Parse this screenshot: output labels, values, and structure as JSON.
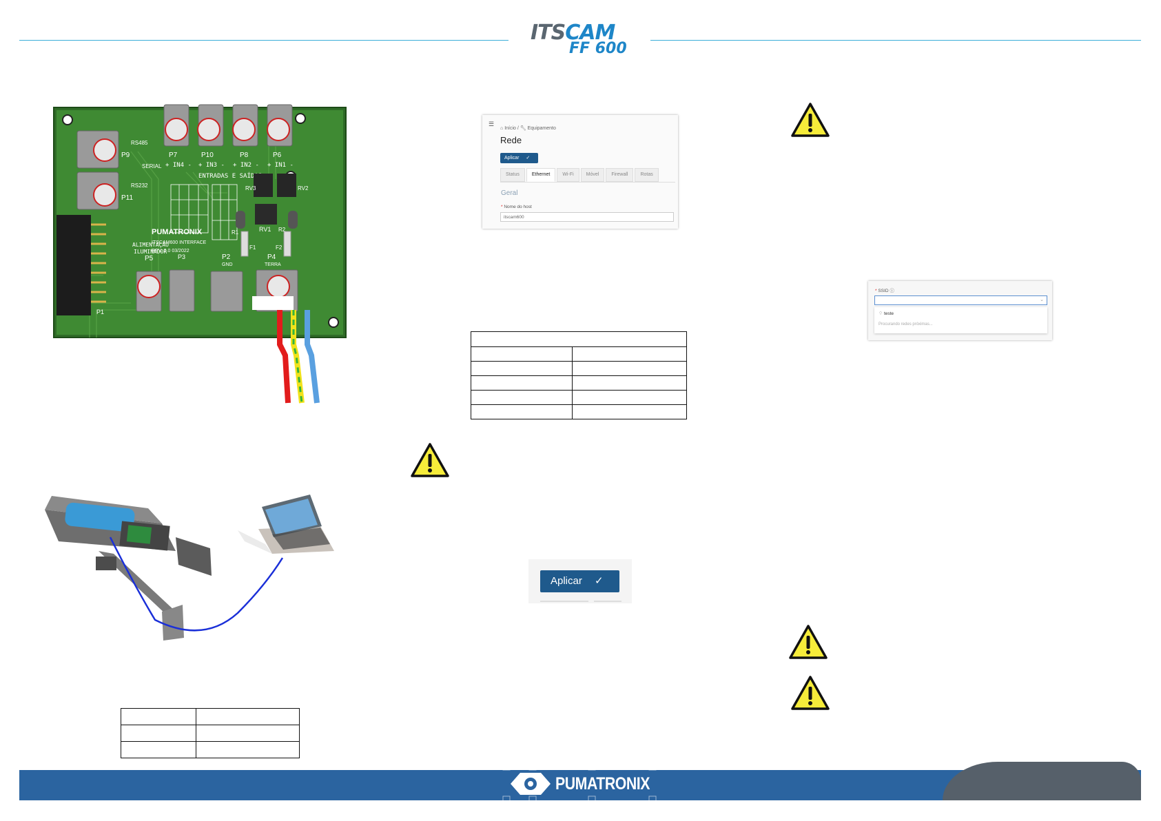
{
  "header": {
    "logo_line1_its": "ITS",
    "logo_line1_cam": "CAM",
    "logo_line2": "FF 600",
    "accent_color": "#3aaed8"
  },
  "pcb": {
    "brand_label": "PUMATRONIX",
    "board_name": "ITSCAM600 INTERFACE",
    "revision": "REV. 2.0 03/2022",
    "io_title": "ENTRADAS E SAÍDAS",
    "power_label_1": "ALIMENTAÇÃO",
    "power_label_2": "ILUMINADOR",
    "serial_label": "SERIAL",
    "rs485": "RS485",
    "rs232": "RS232",
    "connectors": {
      "p7": "P7",
      "p10": "P10",
      "p8": "P8",
      "p6": "P6",
      "p9": "P9",
      "p11": "P11",
      "p5": "P5",
      "p3": "P3",
      "p2": "P2",
      "p4": "P4",
      "p1": "P1",
      "rv1": "RV1",
      "rv2": "RV2",
      "rv3": "RV3",
      "r1": "R1",
      "r2": "R2",
      "f1": "F1",
      "f2": "F2"
    },
    "terminal_labels": {
      "in4": "+ IN4 -",
      "in3": "+ IN3 -",
      "in2": "+ IN2 -",
      "in1": "+ IN1 -",
      "p2_gnd": "GND",
      "p4_terra": "TERRA"
    }
  },
  "rede_screen": {
    "breadcrumb_home": "Início",
    "breadcrumb_sep": "/",
    "breadcrumb_page": "Equipamento",
    "title": "Rede",
    "apply_label": "Aplicar",
    "tabs": [
      "Status",
      "Ethernet",
      "Wi-Fi",
      "Móvel",
      "Firewall",
      "Rotas"
    ],
    "active_tab": "Ethernet",
    "section": "Geral",
    "field_label": "Nome do host",
    "field_value": "itscam600"
  },
  "apply_big": {
    "label": "Aplicar",
    "color": "#1f5a8c"
  },
  "ssid_screen": {
    "label": "SSID",
    "option": "teste",
    "searching": "Procurando redes próximas..."
  },
  "footer": {
    "brand": "PUMATRONIX",
    "bar_color": "#2b64a0",
    "tab_color": "#56606a"
  }
}
